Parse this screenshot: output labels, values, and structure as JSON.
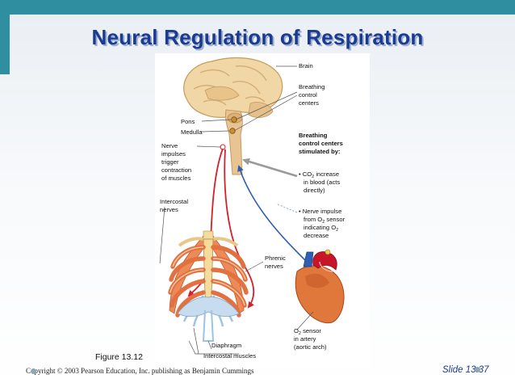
{
  "slide": {
    "title": "Neural Regulation of Respiration",
    "figure_caption": "Figure 13.12",
    "copyright": "Copyright © 2003 Pearson Education, Inc. publishing as Benjamin Cummings",
    "slide_number": "Slide 13.37"
  },
  "diagram": {
    "labels": {
      "brain": "Brain",
      "breathing_control_centers": [
        "Breathing",
        "control",
        "centers"
      ],
      "pons": "Pons",
      "medulla": "Medulla",
      "nerve_impulses": [
        "Nerve",
        "impulses",
        "trigger",
        "contraction",
        "of muscles"
      ],
      "stimulated_by": [
        "Breathing",
        "control centers",
        "stimulated by:"
      ],
      "co2_item": [
        "• CO",
        "2",
        " increase",
        "in blood (acts",
        "directly)"
      ],
      "o2_item": [
        "• Nerve impulse",
        "from O",
        "2",
        " sensor",
        "indicating O",
        "2",
        "decrease"
      ],
      "intercostal_nerves": [
        "Intercostal",
        "nerves"
      ],
      "phrenic_nerves": [
        "Phrenic",
        "nerves"
      ],
      "o2_sensor": [
        "O",
        "2",
        " sensor",
        "in artery",
        "(aortic arch)"
      ],
      "diaphragm": "Diaphragm",
      "intercostal_muscles": "Intercostal muscles"
    },
    "colors": {
      "motor_nerve": "#d4202a",
      "sensory_nerve": "#2f5fb4",
      "co2_arrow": "#9a9a9a",
      "muscle": "#ec8a58",
      "bone": "#f3dc9c"
    }
  }
}
